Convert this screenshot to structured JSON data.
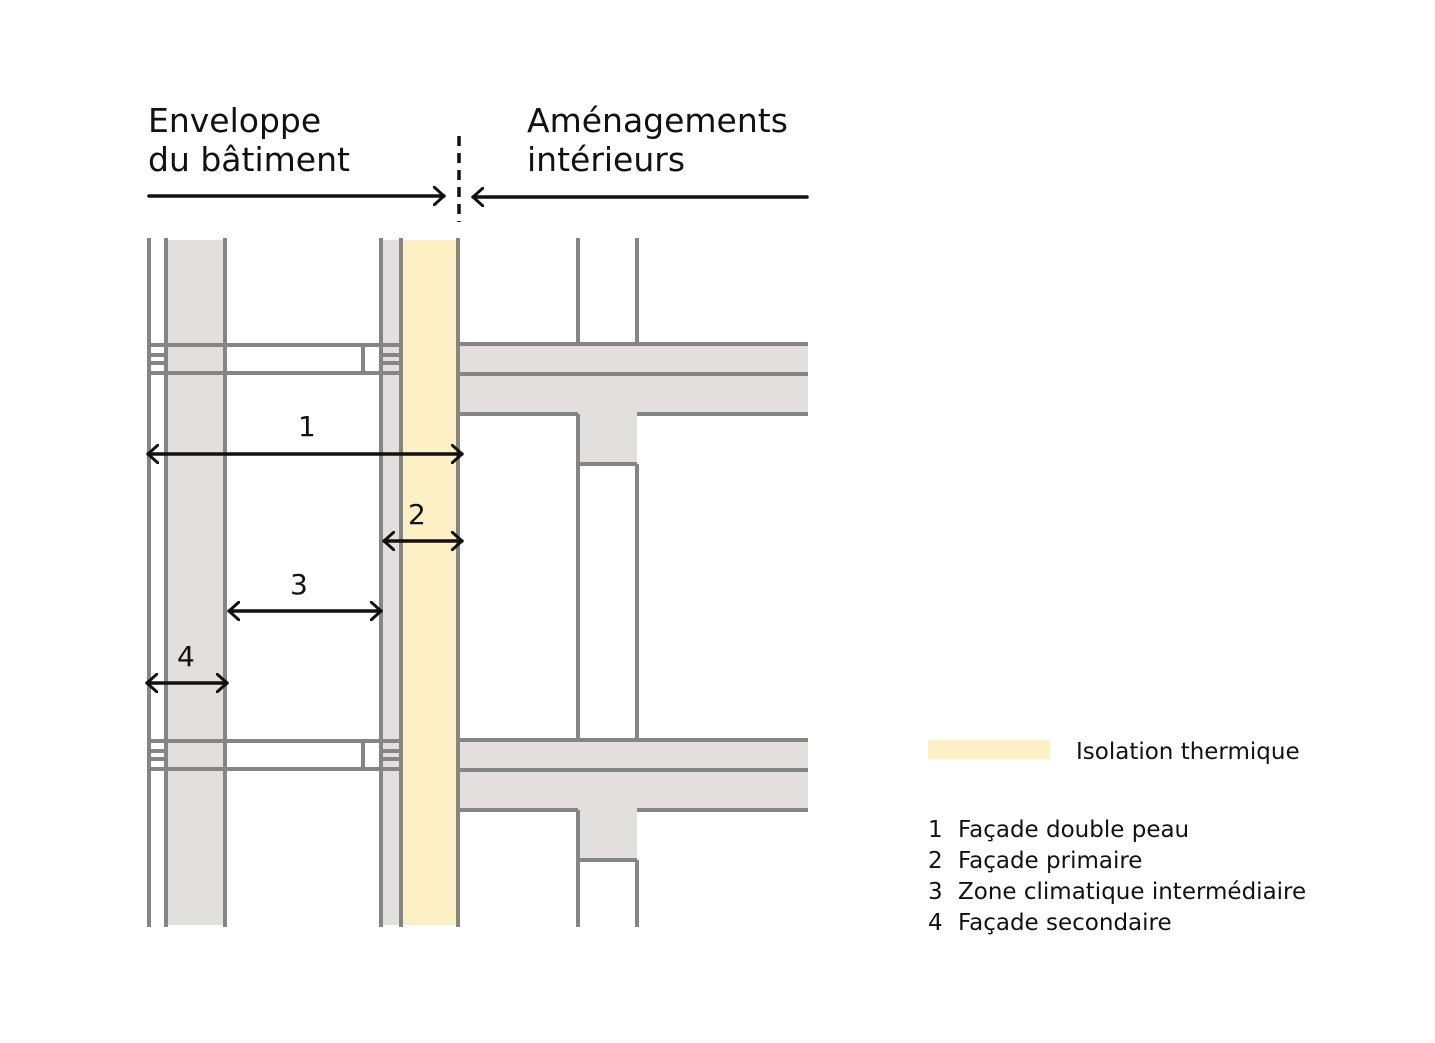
{
  "headings": {
    "envelope_line1": "Enveloppe",
    "envelope_line2": "du bâtiment",
    "interior_line1": "Aménagements",
    "interior_line2": "intérieurs"
  },
  "dimension_labels": [
    "1",
    "2",
    "3",
    "4"
  ],
  "legend": {
    "insulation_label": "Isolation thermique",
    "items": [
      {
        "number": "1",
        "label": "Façade double peau"
      },
      {
        "number": "2",
        "label": "Façade primaire"
      },
      {
        "number": "3",
        "label": "Zone climatique intermédiaire"
      },
      {
        "number": "4",
        "label": "Façade secondaire"
      }
    ]
  },
  "colors": {
    "structure_line": "#858585",
    "structure_fill": "#e1e0de",
    "insulation_fill": "#fdf0c5",
    "ink": "#111111",
    "background": "#ffffff"
  }
}
